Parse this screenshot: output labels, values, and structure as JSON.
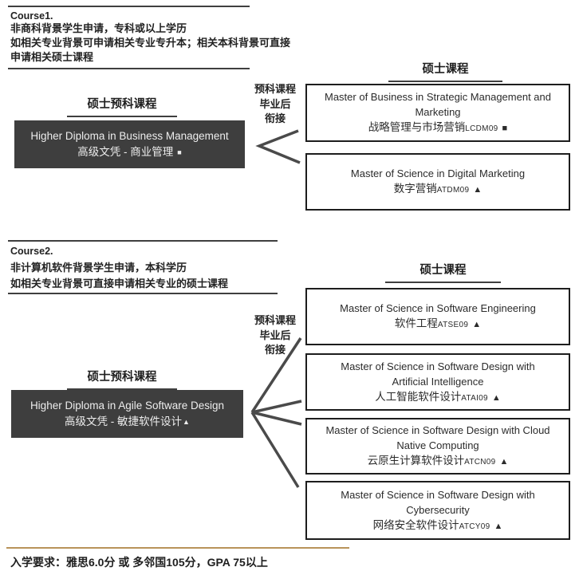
{
  "colors": {
    "dark_box_bg": "#3e3e3e",
    "box_border": "#1d1d1d",
    "rule": "#3f3f3f",
    "connector": "#4a4a4a",
    "accent_gold": "#b8935a",
    "text": "#2b2b2b"
  },
  "course1": {
    "label": "Course1.",
    "requirements": [
      "非商科背景学生申请，专科或以上学历",
      "如相关专业背景可申请相关专业专升本；相关本科背景可直接",
      "申请相关硕士课程"
    ],
    "foundation_header": "硕士预科课程",
    "foundation": {
      "title_en": "Higher Diploma in Business Management",
      "title_zh": "高级文凭 - 商业管理",
      "marker": "■"
    },
    "connector_label": "预科课程\n毕业后\n衔接",
    "masters_header": "硕士课程",
    "masters": [
      {
        "title_en": "Master of Business in Strategic Management and Marketing",
        "title_zh": "战略管理与市场营销",
        "code": "LCDM09",
        "marker": "■"
      },
      {
        "title_en": "Master of Science in Digital Marketing",
        "title_zh": "数字营销",
        "code": "ATDM09",
        "marker": "▲"
      }
    ]
  },
  "course2": {
    "label": "Course2.",
    "requirements": [
      "非计算机软件背景学生申请，本科学历",
      "如相关专业背景可直接申请相关专业的硕士课程"
    ],
    "foundation_header": "硕士预科课程",
    "foundation": {
      "title_en": "Higher Diploma in Agile Software Design",
      "title_zh": "高级文凭 - 敏捷软件设计",
      "marker": "▲"
    },
    "connector_label": "预科课程\n毕业后\n衔接",
    "masters_header": "硕士课程",
    "masters": [
      {
        "title_en": "Master of Science in Software Engineering",
        "title_zh": "软件工程",
        "code": "ATSE09",
        "marker": "▲"
      },
      {
        "title_en": "Master of Science in Software Design with Artificial Intelligence",
        "title_zh": "人工智能软件设计",
        "code": "ATAI09",
        "marker": "▲"
      },
      {
        "title_en": "Master of Science in Software Design with Cloud Native Computing",
        "title_zh": "云原生计算软件设计",
        "code": "ATCN09",
        "marker": "▲"
      },
      {
        "title_en": "Master of Science in Software Design with Cybersecurity",
        "title_zh": "网络安全软件设计",
        "code": "ATCY09",
        "marker": "▲"
      }
    ]
  },
  "footer": {
    "admission": "入学要求：雅思6.0分 或 多邻国105分，GPA 75以上"
  }
}
